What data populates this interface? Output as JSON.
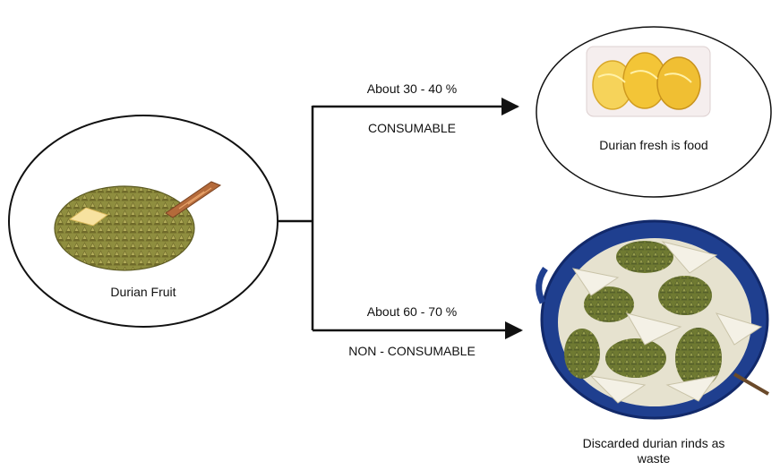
{
  "source": {
    "caption": "Durian Fruit",
    "image_icon": "durian-fruit-icon"
  },
  "branches": [
    {
      "percentage": "About 30 - 40 %",
      "category": "CONSUMABLE",
      "target_caption": "Durian fresh is food",
      "target_icon": "durian-flesh-tray-icon"
    },
    {
      "percentage": "About 60 - 70 %",
      "category": "NON - CONSUMABLE",
      "target_caption": "Discarded durian rinds as waste",
      "target_icon": "durian-rinds-basin-icon"
    }
  ],
  "colors": {
    "line": "#111111",
    "durian_shell": "#8a8b3a",
    "durian_flesh": "#f2c23a",
    "basin": "#1f3f8f"
  }
}
